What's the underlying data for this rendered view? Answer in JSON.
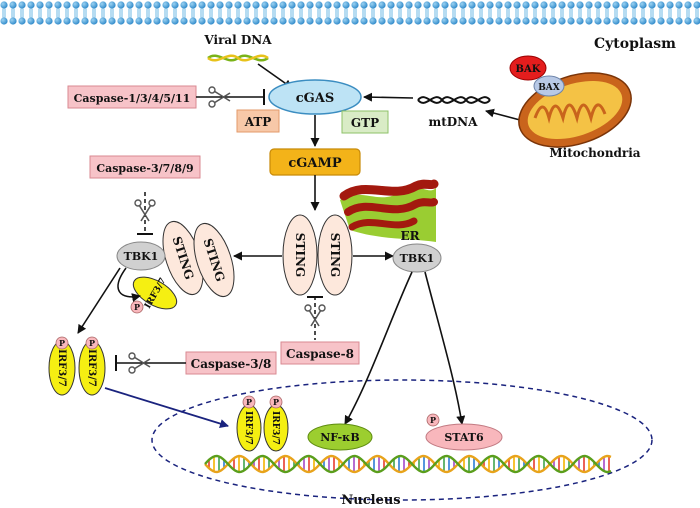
{
  "labels": {
    "cytoplasm": "Cytoplasm",
    "viral_dna": "Viral DNA",
    "cgas": "cGAS",
    "atp": "ATP",
    "gtp": "GTP",
    "mtdna": "mtDNA",
    "bak": "BAK",
    "bax": "BAX",
    "mitochondria": "Mitochondria",
    "cgamp": "cGAMP",
    "sting": "STING",
    "er": "ER",
    "tbk1": "TBK1",
    "irf": "IRF3/7",
    "p": "P",
    "nfkb": "NF-κB",
    "stat6": "STAT6",
    "nucleus": "Nucleus"
  },
  "caspases": {
    "c1": "Caspase-1/3/4/5/11",
    "c2": "Caspase-3/7/8/9",
    "c3": "Caspase-3/8",
    "c4": "Caspase-8"
  },
  "colors": {
    "membrane": "#4aa7e0",
    "cgas": "#bde3f5",
    "cgamp": "#f3b319",
    "caspase": "#f7c3c8",
    "sting": "#fde8dc",
    "tbk1": "#d0d0d0",
    "irf": "#f5ef12",
    "nfkb": "#9cce2f",
    "stat6": "#f8b7bc",
    "nucleus_border": "#1a237e"
  }
}
